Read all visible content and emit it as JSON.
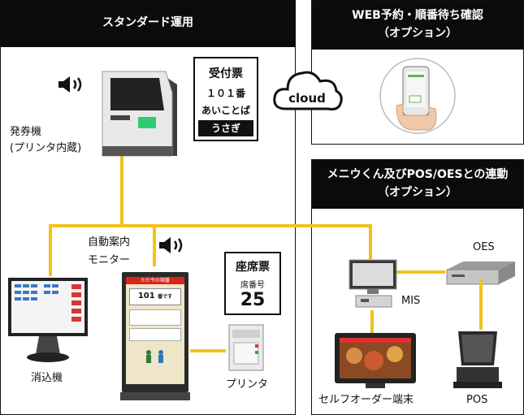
{
  "panels": {
    "standard_title": "スタンダード運用",
    "web_title_line1": "WEB予約・順番待ち確認",
    "web_title_line2": "（オプション）",
    "pos_title_line1": "メニウくん及びPOS/OESとの連動",
    "pos_title_line2": "（オプション）"
  },
  "ticket_receipt": {
    "title": "受付票",
    "number": "１０１番",
    "name": "あいことば",
    "word": "うさぎ"
  },
  "ticket_seat": {
    "title": "座席票",
    "label": "席番号",
    "number": "25"
  },
  "labels": {
    "kiosk_line1": "発券機",
    "kiosk_line2": "(プリンタ内蔵)",
    "monitor_line1": "自動案内",
    "monitor_line2": "モニター",
    "clear_device": "消込機",
    "printer": "プリンタ",
    "mis": "MIS",
    "oes": "OES",
    "pos": "POS",
    "self_order": "セルフオーダー端末",
    "cloud": "cloud"
  },
  "monitor_screen": {
    "header": "ただ今の順番",
    "number": "101",
    "number_suffix": "番です"
  },
  "colors": {
    "wire": "#f2c21b",
    "header_bg": "#0b0b0b"
  }
}
